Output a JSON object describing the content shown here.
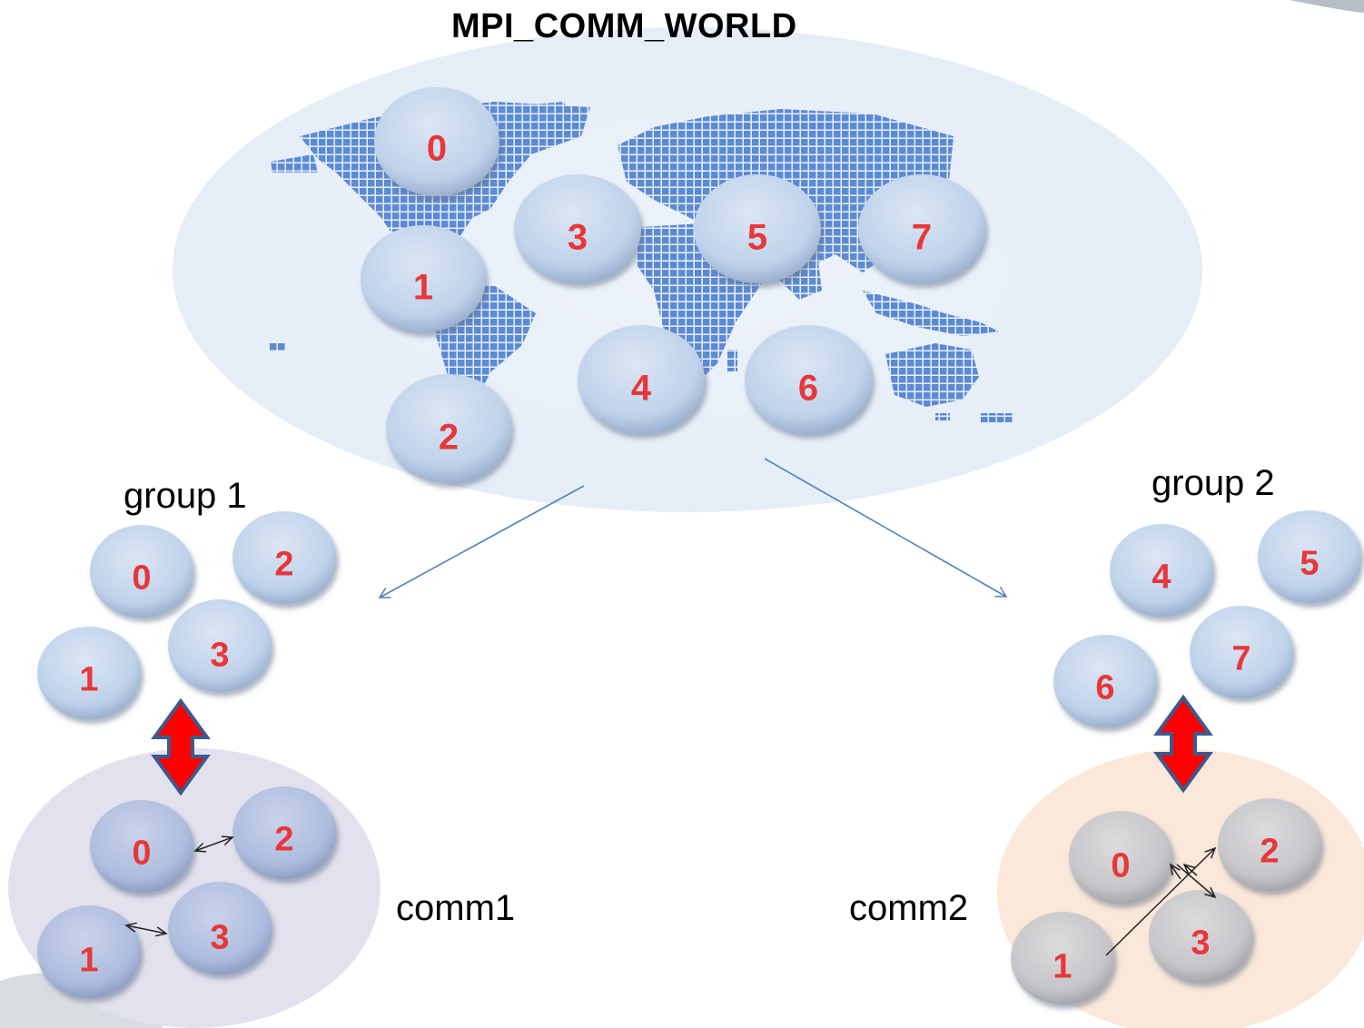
{
  "title": "MPI_COMM_WORLD",
  "world": {
    "ranks": [
      "0",
      "1",
      "2",
      "3",
      "4",
      "5",
      "6",
      "7"
    ]
  },
  "group1": {
    "label": "group 1",
    "ranks": [
      "0",
      "1",
      "2",
      "3"
    ]
  },
  "group2": {
    "label": "group 2",
    "ranks": [
      "4",
      "5",
      "6",
      "7"
    ]
  },
  "comm1": {
    "label": "comm1",
    "ranks": [
      "0",
      "1",
      "2",
      "3"
    ]
  },
  "comm2": {
    "label": "comm2",
    "ranks": [
      "0",
      "1",
      "2",
      "3"
    ]
  },
  "colors": {
    "number": "#e8373a",
    "node_fill": "#c5d6ec",
    "world_ellipse": "#e9eff8",
    "map_dots": "#5b8ad6",
    "comm1_region": "#e6e3ef",
    "comm2_region": "#fbe9dc",
    "connector": "#4f81bd",
    "double_arrow_fill": "#ff0000",
    "double_arrow_border": "#3c5a8c"
  }
}
